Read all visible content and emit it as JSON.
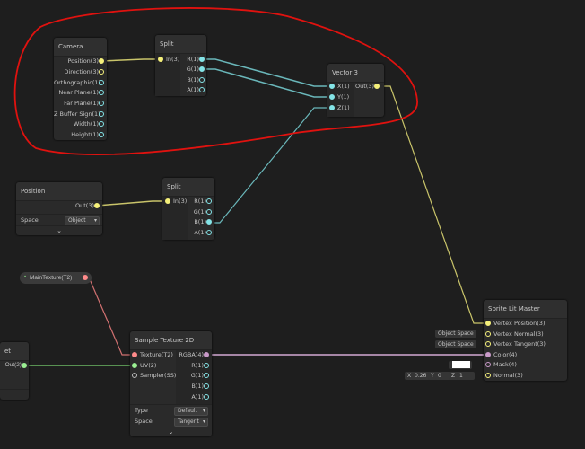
{
  "colors": {
    "vector3": "#f5f07a",
    "vector1": "#84e4e7",
    "vector4": "#fcd7fc",
    "vector2": "#9aef92",
    "texture": "#ff8b8b",
    "annotation": "#e0120f"
  },
  "camera": {
    "title": "Camera",
    "outputs": [
      "Position(3)",
      "Direction(3)",
      "Orthographic(1)",
      "Near Plane(1)",
      "Far Plane(1)",
      "Z Buffer Sign(1)",
      "Width(1)",
      "Height(1)"
    ]
  },
  "split_top": {
    "title": "Split",
    "input": "In(3)",
    "outputs": [
      "R(1)",
      "G(1)",
      "B(1)",
      "A(1)"
    ]
  },
  "vector3": {
    "title": "Vector 3",
    "inputs": [
      "X(1)",
      "Y(1)",
      "Z(1)"
    ],
    "output": "Out(3)"
  },
  "position": {
    "title": "Position",
    "output": "Out(3)",
    "space_label": "Space",
    "space_value": "Object"
  },
  "split_mid": {
    "title": "Split",
    "input": "In(3)",
    "outputs": [
      "R(1)",
      "G(1)",
      "B(1)",
      "A(1)"
    ]
  },
  "main_texture": {
    "label": "MainTexture(T2)"
  },
  "left_node": {
    "title": "et",
    "output": "Out(2)"
  },
  "sample_texture": {
    "title": "Sample Texture 2D",
    "inputs": [
      "Texture(T2)",
      "UV(2)",
      "Sampler(SS)"
    ],
    "outputs": [
      "RGBA(4)",
      "R(1)",
      "G(1)",
      "B(1)",
      "A(1)"
    ],
    "type_label": "Type",
    "type_value": "Default",
    "space_label": "Space",
    "space_value": "Tangent"
  },
  "master": {
    "title": "Sprite Lit Master",
    "inputs": [
      "Vertex Position(3)",
      "Vertex Normal(3)",
      "Vertex Tangent(3)",
      "Color(4)",
      "Mask(4)",
      "Normal(3)"
    ],
    "normal_space": "Object Space",
    "tangent_space": "Object Space",
    "normal_x_label": "X",
    "normal_x": "0.26",
    "normal_y_label": "Y",
    "normal_y": "0",
    "normal_z_label": "Z",
    "normal_z": "1"
  }
}
